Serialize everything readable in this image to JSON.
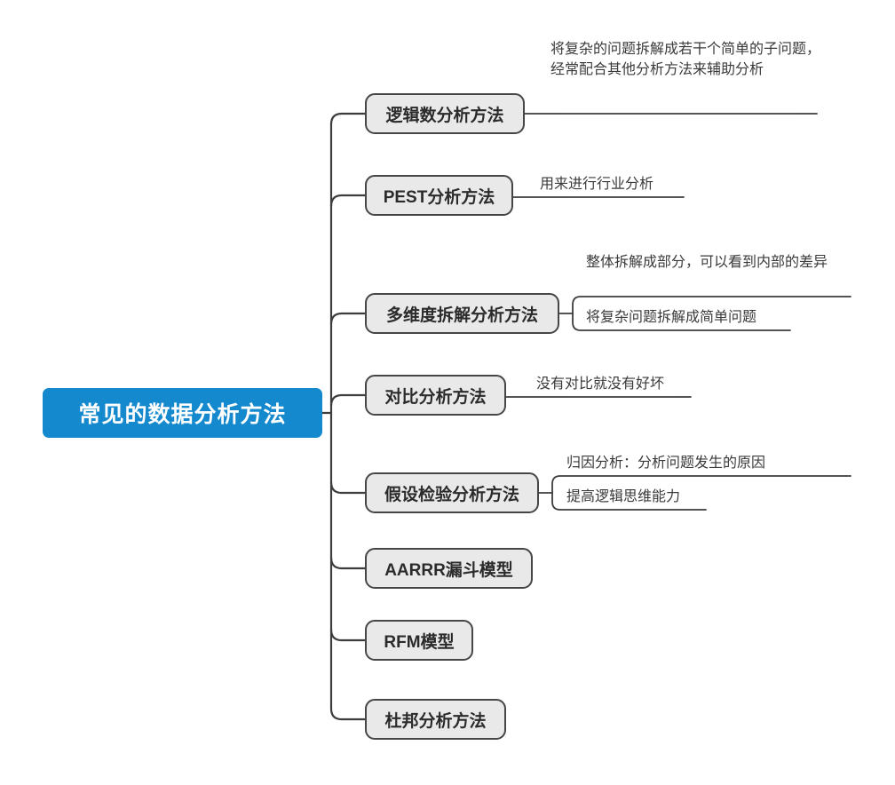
{
  "diagram": {
    "type": "mind-map",
    "title": "常见的数据分析方法",
    "orientation": "left-to-right",
    "colors": {
      "root_fill": "#1489ce",
      "root_text": "#ffffff",
      "node_fill": "#e9e9e9",
      "node_border": "#464646",
      "node_text": "#2b2b2b",
      "leaf_text": "#3a3a3a",
      "connector": "#3d3d3d",
      "background": "#ffffff"
    },
    "root": {
      "label": "常见的数据分析方法"
    },
    "branches": [
      {
        "label": "逻辑数分析方法",
        "leaves": [
          {
            "text": "将复杂的问题拆解成若干个简单的子问题，经常配合其他分析方法来辅助分析"
          }
        ]
      },
      {
        "label": "PEST分析方法",
        "leaves": [
          {
            "text": "用来进行行业分析"
          }
        ]
      },
      {
        "label": "多维度拆解分析方法",
        "leaves": [
          {
            "text": "整体拆解成部分，可以看到内部的差异"
          },
          {
            "text": "将复杂问题拆解成简单问题"
          }
        ]
      },
      {
        "label": "对比分析方法",
        "leaves": [
          {
            "text": "没有对比就没有好坏"
          }
        ]
      },
      {
        "label": "假设检验分析方法",
        "leaves": [
          {
            "text": "归因分析：分析问题发生的原因"
          },
          {
            "text": "提高逻辑思维能力"
          }
        ]
      },
      {
        "label": "AARRR漏斗模型",
        "leaves": []
      },
      {
        "label": "RFM模型",
        "leaves": []
      },
      {
        "label": "杜邦分析方法",
        "leaves": []
      }
    ]
  }
}
